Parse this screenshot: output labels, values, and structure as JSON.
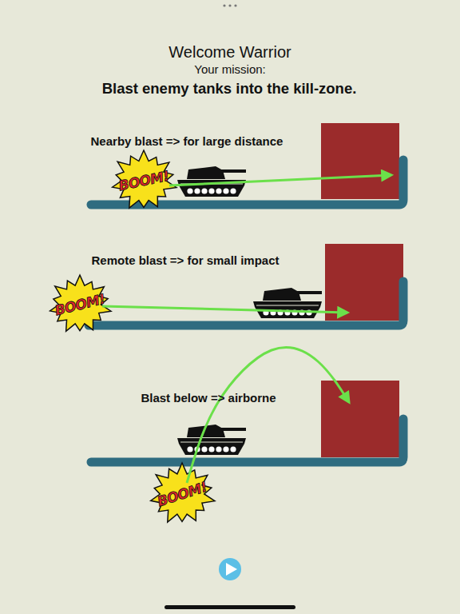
{
  "diagram": {
    "title": "Welcome Warrior",
    "nodes": [
      {
        "text": [
          "BOOM!"
        ]
      },
      {
        "text": [
          "BOOM!"
        ]
      },
      {
        "text": [
          "BOOM!"
        ]
      }
    ],
    "labels": [
      "Your mission:",
      "Blast enemy tanks into the kill-zone.",
      "Nearby blast => for large distance",
      "Remote blast => for small impact",
      "Blast below => airborne"
    ]
  }
}
